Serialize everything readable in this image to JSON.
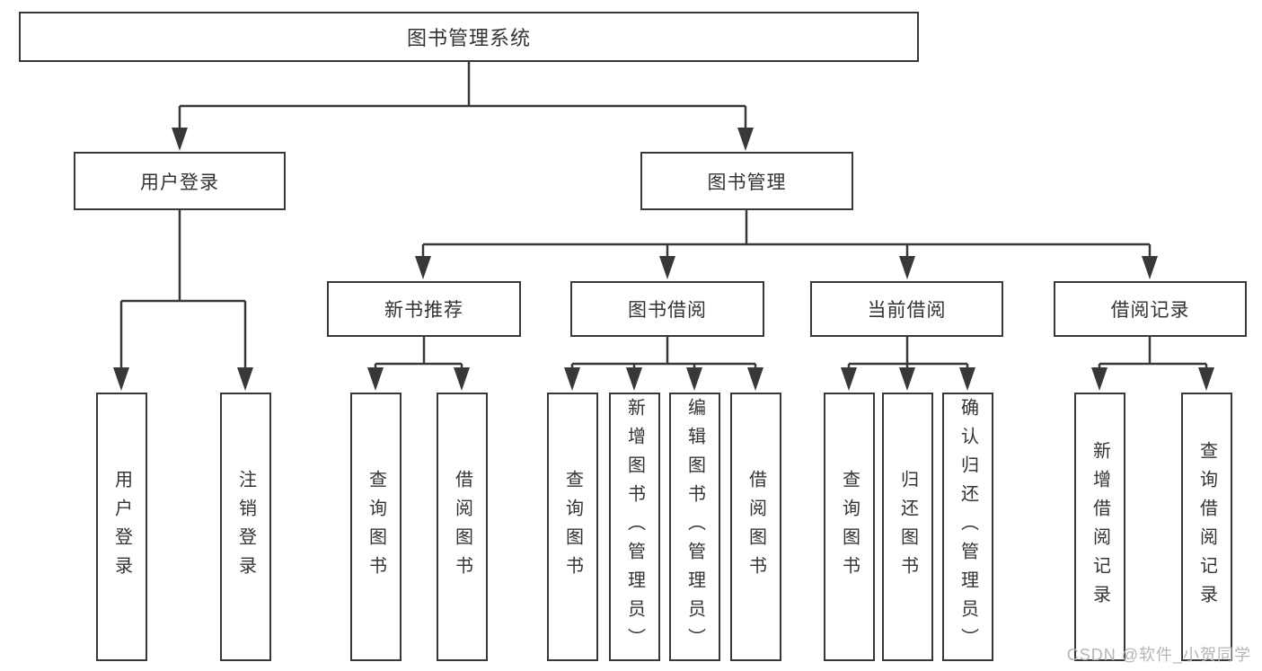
{
  "tree": {
    "root": "图书管理系统",
    "branches": [
      {
        "label": "用户登录",
        "children": [
          "用户登录",
          "注销登录"
        ]
      },
      {
        "label": "图书管理",
        "groups": [
          {
            "label": "新书推荐",
            "children": [
              "查询图书",
              "借阅图书"
            ]
          },
          {
            "label": "图书借阅",
            "children": [
              "查询图书",
              "新增图书（管理员）",
              "编辑图书（管理员）",
              "借阅图书"
            ]
          },
          {
            "label": "当前借阅",
            "children": [
              "查询图书",
              "归还图书",
              "确认归还（管理员）"
            ]
          },
          {
            "label": "借阅记录",
            "children": [
              "新增借阅记录",
              "查询借阅记录"
            ]
          }
        ]
      }
    ]
  },
  "watermark": "CSDN @软件_小贺同学",
  "colors": {
    "line": "#383838",
    "text": "#333333",
    "watermark": "#b5b5b5",
    "background": "#ffffff"
  }
}
